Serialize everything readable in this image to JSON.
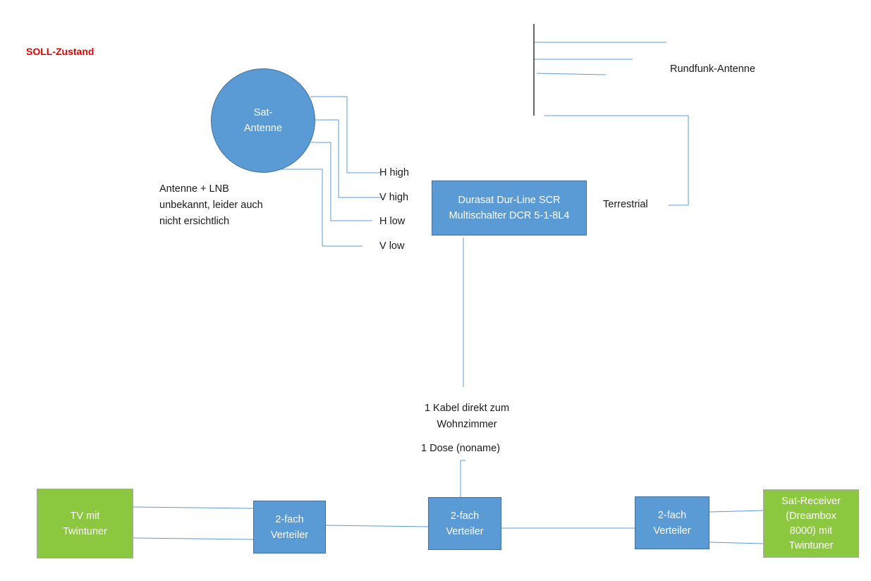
{
  "title": "SOLL-Zustand",
  "sat_antenna": "Sat-\nAntenne",
  "antenna_note": "Antenne + LNB\nunbekannt, leider auch\nnicht ersichtlich",
  "lnb_outputs": [
    "H high",
    "V high",
    "H low",
    "V low"
  ],
  "radio_antenna": "Rundfunk-Antenne",
  "multiswitch": "Durasat Dur-Line SCR\nMultischalter DCR 5-1-8L4",
  "terrestrial": "Terrestrial",
  "cable_note": "1 Kabel direkt zum\nWohnzimmer",
  "socket_note": "1 Dose (noname)",
  "tv": "TV mit\nTwintuner",
  "splitter_left": "2-fach\nVerteiler",
  "splitter_center": "2-fach\nVerteiler",
  "splitter_right": "2-fach\nVerteiler",
  "receiver": "Sat-Receiver\n(Dreambox\n8000) mit\nTwintuner",
  "colors": {
    "box_blue": "#5b9bd5",
    "box_green": "#8cc83f",
    "wire": "#5b9bd5",
    "title_red": "#e00000"
  }
}
